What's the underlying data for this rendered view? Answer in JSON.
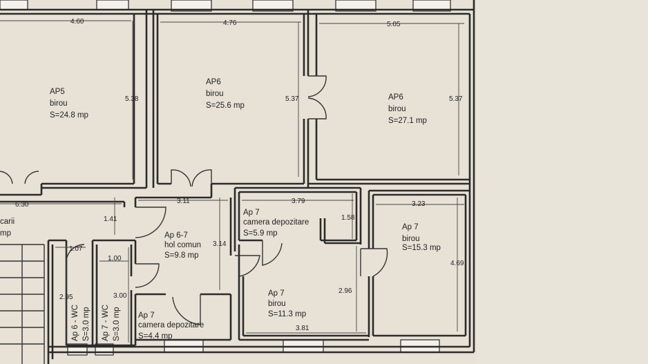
{
  "rooms": {
    "ap5_birou": {
      "name": "AP5",
      "type": "birou",
      "area": "S=24.8 mp"
    },
    "ap6_birou_a": {
      "name": "AP6",
      "type": "birou",
      "area": "S=25.6 mp"
    },
    "ap6_birou_b": {
      "name": "AP6",
      "type": "birou",
      "area": "S=27.1 mp"
    },
    "left_fragment": {
      "line1": "carii",
      "line2": "mp"
    },
    "ap7_camera_top": {
      "name": "Ap 7",
      "type": "camera depozitare",
      "area": "S=5.9 mp"
    },
    "ap7_birou_right": {
      "name": "Ap 7",
      "type": "birou",
      "area": "S=15.3 mp"
    },
    "ap67_hol": {
      "name": "Ap 6-7",
      "type": "hol comun",
      "area": "S=9.8 mp"
    },
    "ap7_birou_mid": {
      "name": "Ap 7",
      "type": "birou",
      "area": "S=11.3 mp"
    },
    "ap7_camera_bottom": {
      "name": "Ap 7",
      "type": "camera depozitare",
      "area": "S=4.4 mp"
    },
    "ap6_wc": {
      "name": "Ap 6 - WC",
      "area": "S=3.0 mp"
    },
    "ap7_wc": {
      "name": "Ap 7 - WC",
      "area": "S=3.0 mp"
    }
  },
  "dimensions": {
    "ap5_width": "4.60",
    "ap5_height": "5.38",
    "ap6a_width": "4.76",
    "ap6a_height": "5.37",
    "ap6b_width": "5.05",
    "ap6b_height": "5.37",
    "corridor_width": "6.30",
    "hol_width": "3.11",
    "hol_height": "3.14",
    "passage_depth": "1.41",
    "cam_top_width": "3.79",
    "cam_top_height": "1.58",
    "birou_right_width": "3.23",
    "birou_right_height": "4.69",
    "birou_mid_height": "2.96",
    "birou_mid_width": "3.81",
    "wc_left_width": "1.07",
    "wc_left_height": "2.95",
    "wc_right_width": "1.00",
    "wc_right_height": "3.00"
  }
}
